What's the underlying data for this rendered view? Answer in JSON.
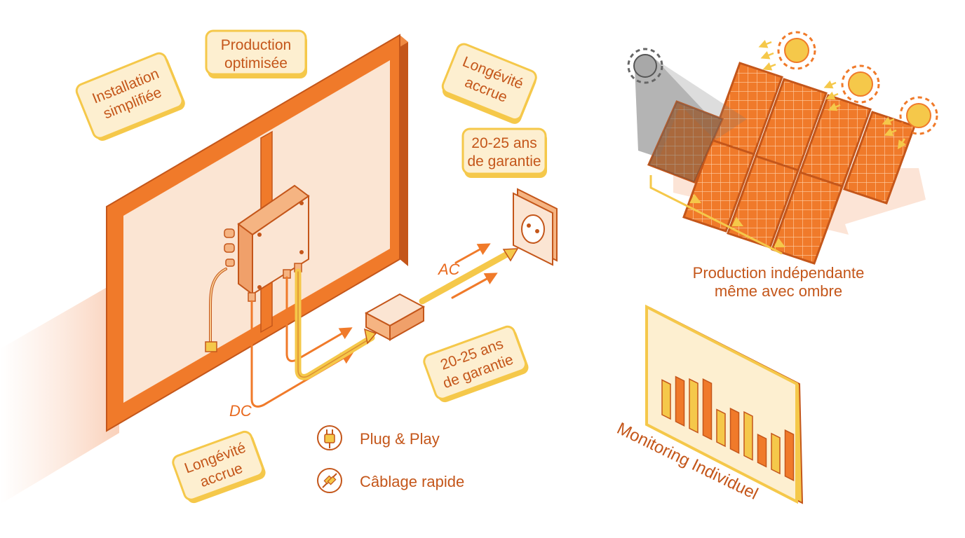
{
  "tags": {
    "installation": [
      "Installation",
      "simplifiée"
    ],
    "production": [
      "Production",
      "optimisée"
    ],
    "longevity_top": [
      "Longévité",
      "accrue"
    ],
    "warranty_top": [
      "20-25 ans",
      "de garantie"
    ],
    "warranty_mid": [
      "20-25 ans",
      "de garantie"
    ],
    "longevity_bottom": [
      "Longévité",
      "accrue"
    ]
  },
  "flow": {
    "dc_label": "DC",
    "ac_label": "AC"
  },
  "features": [
    {
      "icon": "plug-icon",
      "label": "Plug & Play"
    },
    {
      "icon": "cable-icon",
      "label": "Câblage rapide"
    }
  ],
  "shade_caption": [
    "Production indépendante",
    "même avec ombre"
  ],
  "monitoring": {
    "caption": "Monitoring Individuel",
    "bars": [
      0.62,
      0.8,
      0.88,
      1.0,
      0.58,
      0.72,
      0.78,
      0.5,
      0.64,
      0.82
    ]
  },
  "colors": {
    "orange": "#f07a2a",
    "dark_orange": "#c4561a",
    "panel_fill": "#fbe5d3",
    "yellow": "#f5c84a",
    "tag_fill": "#fdefd0"
  }
}
